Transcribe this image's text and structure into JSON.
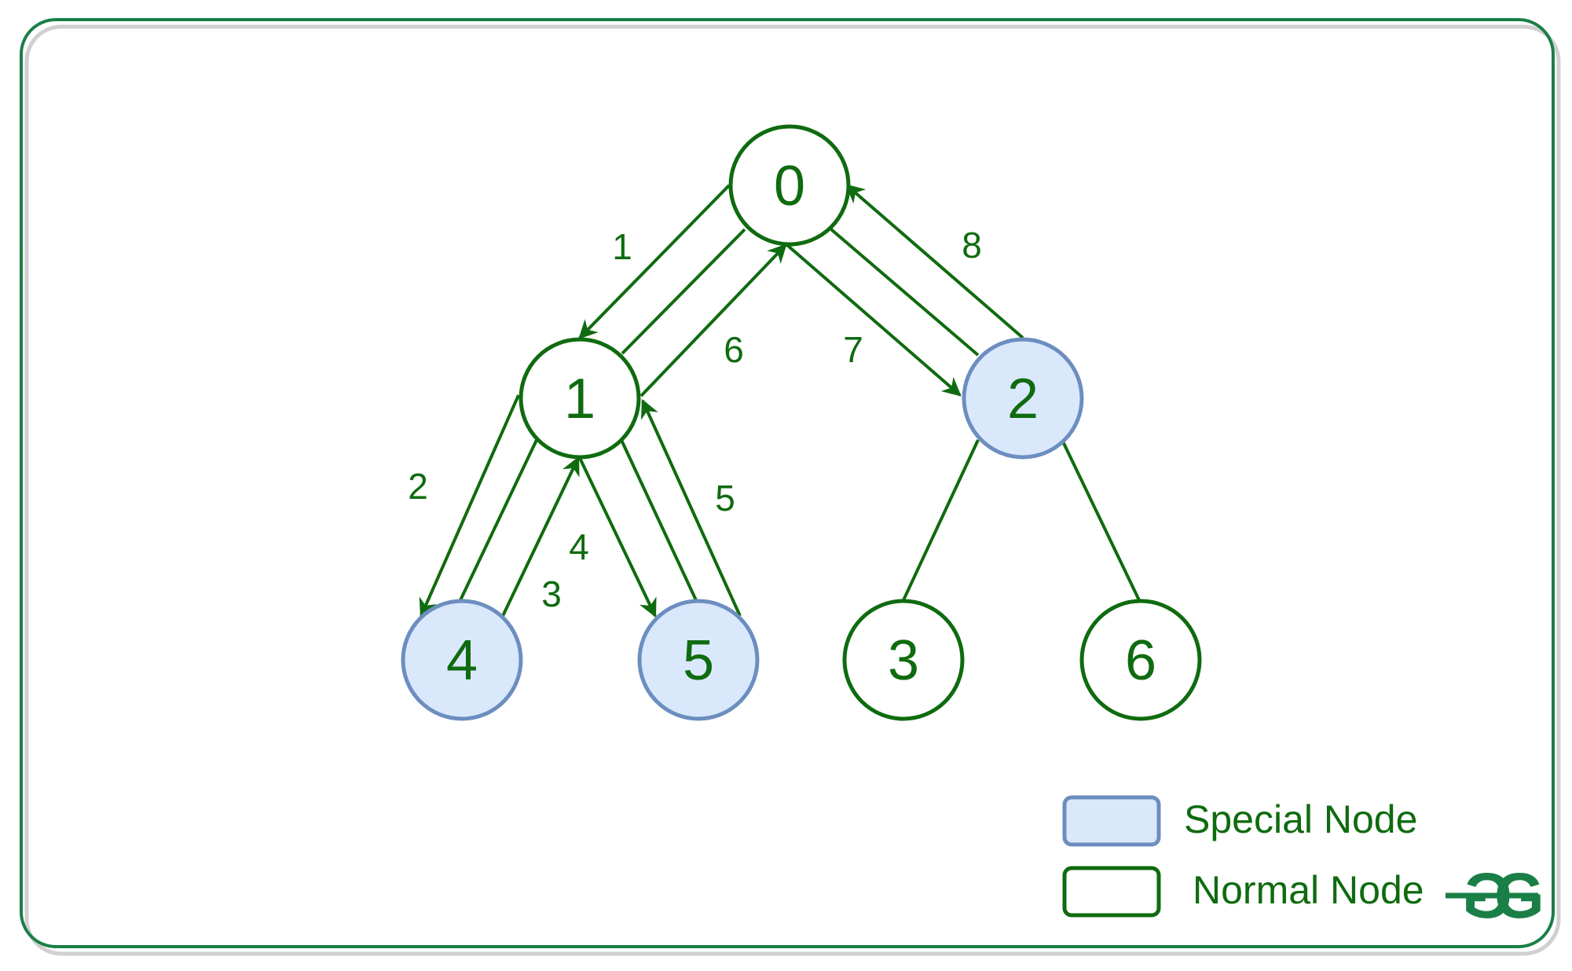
{
  "diagram": {
    "nodes": [
      {
        "id": "0",
        "label": "0",
        "kind": "normal"
      },
      {
        "id": "1",
        "label": "1",
        "kind": "normal"
      },
      {
        "id": "2",
        "label": "2",
        "kind": "special"
      },
      {
        "id": "4",
        "label": "4",
        "kind": "special"
      },
      {
        "id": "5",
        "label": "5",
        "kind": "special"
      },
      {
        "id": "3",
        "label": "3",
        "kind": "normal"
      },
      {
        "id": "6",
        "label": "6",
        "kind": "normal"
      }
    ],
    "tree_edges": [
      {
        "from": "0",
        "to": "1"
      },
      {
        "from": "0",
        "to": "2"
      },
      {
        "from": "1",
        "to": "4"
      },
      {
        "from": "1",
        "to": "5"
      },
      {
        "from": "2",
        "to": "3"
      },
      {
        "from": "2",
        "to": "6"
      }
    ],
    "traversal_steps": [
      {
        "step": "1",
        "from": "0",
        "to": "1"
      },
      {
        "step": "2",
        "from": "1",
        "to": "4"
      },
      {
        "step": "3",
        "from": "4",
        "to": "1"
      },
      {
        "step": "4",
        "from": "1",
        "to": "5"
      },
      {
        "step": "5",
        "from": "5",
        "to": "1"
      },
      {
        "step": "6",
        "from": "1",
        "to": "0"
      },
      {
        "step": "7",
        "from": "0",
        "to": "2"
      },
      {
        "step": "8",
        "from": "2",
        "to": "0"
      }
    ]
  },
  "legend": {
    "special_label": "Special Node",
    "normal_label": "Normal Node"
  },
  "logo": {
    "text": "GG"
  },
  "colors": {
    "green": "#0f6b0f",
    "border_green": "#1a7f46",
    "special_fill": "#dae8fc",
    "special_stroke": "#6c8ebf",
    "normal_fill": "#ffffff"
  }
}
